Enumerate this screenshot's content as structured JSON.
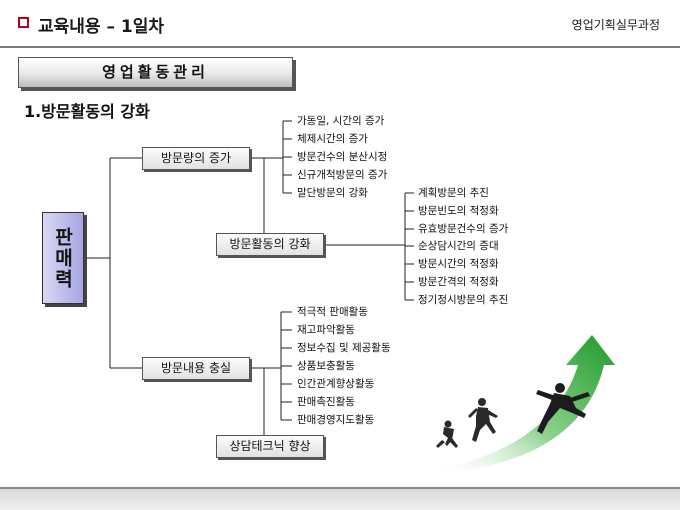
{
  "header": {
    "title": "교육내용 – 1일차",
    "course": "영업기획실무과정"
  },
  "section_title": "영업활동관리",
  "sub_title": "1.방문활동의 강화",
  "root": {
    "label": "판매력"
  },
  "branches": [
    {
      "label": "방문량의 증가",
      "items": [
        "가동일, 시간의 증가",
        "체제시간의 증가",
        "방문건수의 분산시정",
        "신규개척방문의 증가",
        "말단방문의 강화"
      ]
    },
    {
      "label": "방문활동의 강화",
      "items": [
        "계획방문의 추진",
        "방문빈도의 적정화",
        "유효방문건수의 증가",
        "순상담시간의 증대",
        "방문시간의 적정화",
        "방문간격의 적정화",
        "정기정시방문의 추진"
      ]
    },
    {
      "label": "방문내용 충실",
      "items": [
        "적극적 판매활동",
        "재고파악활동",
        "정보수집 및 제공활동",
        "상품보충활동",
        "인간관계향상활동",
        "판매촉진활동",
        "판매경영지도활동"
      ]
    },
    {
      "label": "상담테크닉 향상",
      "items": []
    }
  ],
  "colors": {
    "root_fill": "#a6a6e2",
    "arrow": "#3aa83a",
    "accent_bullet": "#b3001b"
  },
  "illustration": {
    "icon": "runners-growth-arrow-icon"
  }
}
